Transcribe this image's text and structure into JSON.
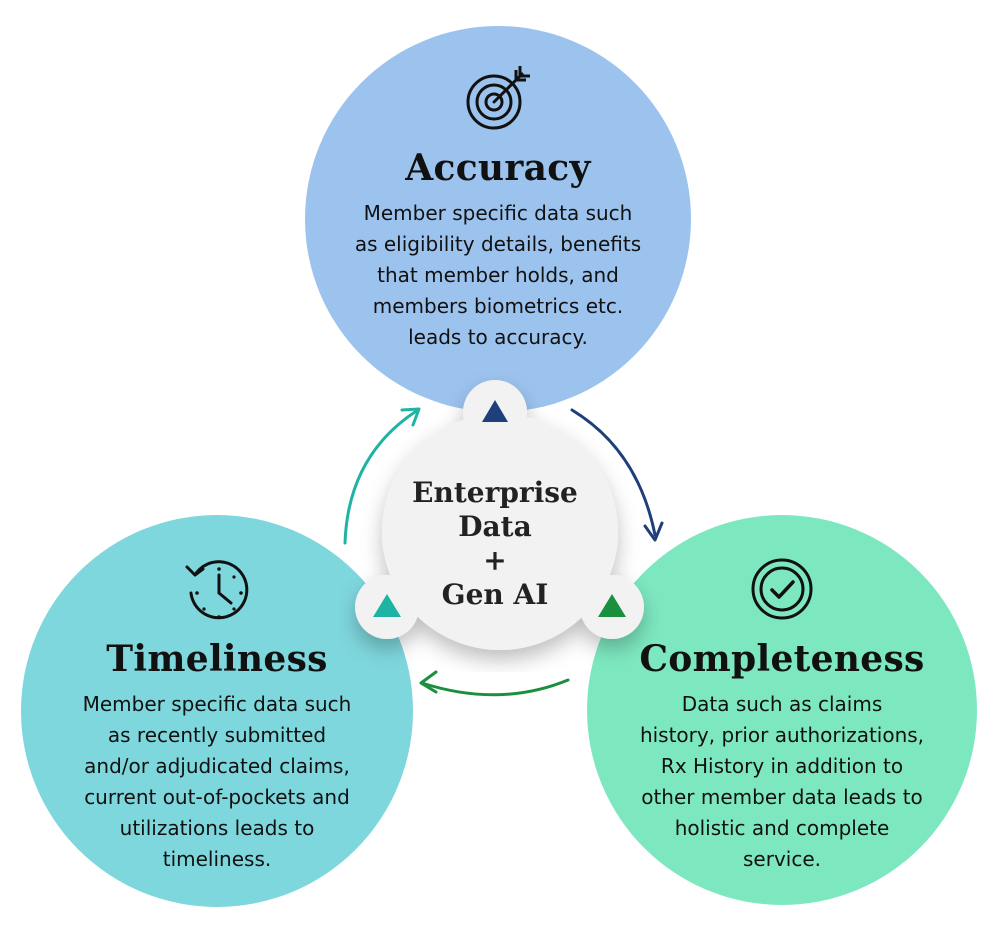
{
  "center": {
    "lines": [
      "Enterprise",
      "Data",
      "+",
      "Gen AI"
    ]
  },
  "accuracy": {
    "title": "Accuracy",
    "icon": "target-icon",
    "color": "#9cc3ee",
    "lines": [
      "Member specific data such",
      "as eligibility details, benefits",
      "that member holds, and",
      "members biometrics etc.",
      "leads to accuracy."
    ]
  },
  "timeliness": {
    "title": "Timeliness",
    "icon": "clock-history-icon",
    "color": "#7ed7dd",
    "lines": [
      "Member specific data such",
      "as recently submitted",
      "and/or adjudicated claims,",
      "current out-of-pockets and",
      "utilizations leads to",
      "timeliness."
    ]
  },
  "completeness": {
    "title": "Completeness",
    "icon": "check-circle-icon",
    "color": "#7de8c0",
    "lines": [
      "Data such as claims",
      "history, prior authorizations,",
      "Rx History in addition to",
      "other member data leads to",
      "holistic and complete",
      "service."
    ]
  },
  "colors": {
    "accuracy_arrow": "#1f3f7a",
    "timeliness_arrow": "#1fb3a3",
    "completeness_arrow": "#1a8f3e",
    "center_fill": "#f2f2f2"
  }
}
